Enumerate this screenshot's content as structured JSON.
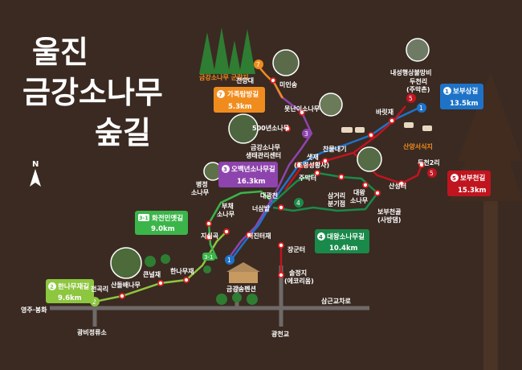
{
  "title": {
    "line1": "울진",
    "line2": "금강소나무",
    "line3": "숲길"
  },
  "compass": {
    "label": "N"
  },
  "colors": {
    "background": "#3a2a22",
    "road": "#6f6a68",
    "route1": "#1e73c8",
    "route2": "#8dc63f",
    "route3": "#8e44ad",
    "route31": "#3bb54a",
    "route4": "#1a8a4a",
    "route5": "#c0151f",
    "route7": "#f08c1e",
    "tree": "#2e7d32",
    "poi_red": "#e02020"
  },
  "routes": [
    {
      "id": "r1",
      "number": "1",
      "name": "보부상길",
      "distance": "13.5km",
      "color": "#1e73c8"
    },
    {
      "id": "r2",
      "number": "2",
      "name": "한나무재길",
      "distance": "9.6km",
      "color": "#8dc63f"
    },
    {
      "id": "r3",
      "number": "3",
      "name": "오백년소나무길",
      "distance": "16.3km",
      "color": "#8e44ad"
    },
    {
      "id": "r31",
      "number": "3-1",
      "name": "화전민옛길",
      "distance": "9.0km",
      "color": "#3bb54a"
    },
    {
      "id": "r4",
      "number": "4",
      "name": "대왕소나무길",
      "distance": "10.4km",
      "color": "#1a8a4a"
    },
    {
      "id": "r5",
      "number": "5",
      "name": "보부천길",
      "distance": "15.3km",
      "color": "#c0151f"
    },
    {
      "id": "r7",
      "number": "7",
      "name": "가족탐방길",
      "distance": "5.3km",
      "color": "#f08c1e"
    }
  ],
  "places": {
    "gunrakji": "금강소나무 군락지",
    "jeonmangdae": "전망대",
    "miinsong": "미인송",
    "motnani": "못난이소나무",
    "five_hundred": "500년소나무",
    "center1": "금강소나무",
    "center2": "생태관리센터",
    "saetjae": "샛재",
    "saetjae_sub": "(조령성황사)",
    "chanmulnaegi": "찬물내기",
    "baritjae": "바릿재",
    "monument1": "내성행상불망비",
    "monument2": "두천리",
    "monument3": "(주막촌)",
    "wildlife": "산양서식지",
    "ducheon2": "두천2리",
    "jumakteo": "주막터",
    "samgeori1": "삼거리",
    "samgeori2": "분기점",
    "daewang1": "대왕",
    "daewang2": "소나무",
    "sanseongteo": "산성터",
    "bobucheon1": "보부천골",
    "bobucheon2": "(사방댐)",
    "daegwangcheon": "대광천",
    "neosambat": "너삼밭",
    "byeongjeong1": "병정",
    "byeongjeong2": "소나무",
    "buche1": "부채",
    "buche2": "소나무",
    "jisimgok": "지심곡",
    "jeojinteojae": "저진터재",
    "janggunteo": "장군터",
    "hannamujae": "한나무재",
    "keunneoljae": "큰널재",
    "jeongokri": "전곡리",
    "sandeulbae": "산돌배나무",
    "geumgang_pension": "금강송펜션",
    "soljeongji1": "솔정지",
    "soljeongji2": "(에코리움)",
    "samgeungyocharo": "삼근교차로",
    "yeongju": "영주·봉화",
    "gwangbi": "광비정류소",
    "gwangcheongyo": "광천교"
  },
  "badges": {
    "b7": "7",
    "b3": "3",
    "b1": "1",
    "b5a": "5",
    "b5b": "5",
    "b4": "4",
    "b31": "3-1",
    "b2": "2",
    "b1b": "1"
  }
}
